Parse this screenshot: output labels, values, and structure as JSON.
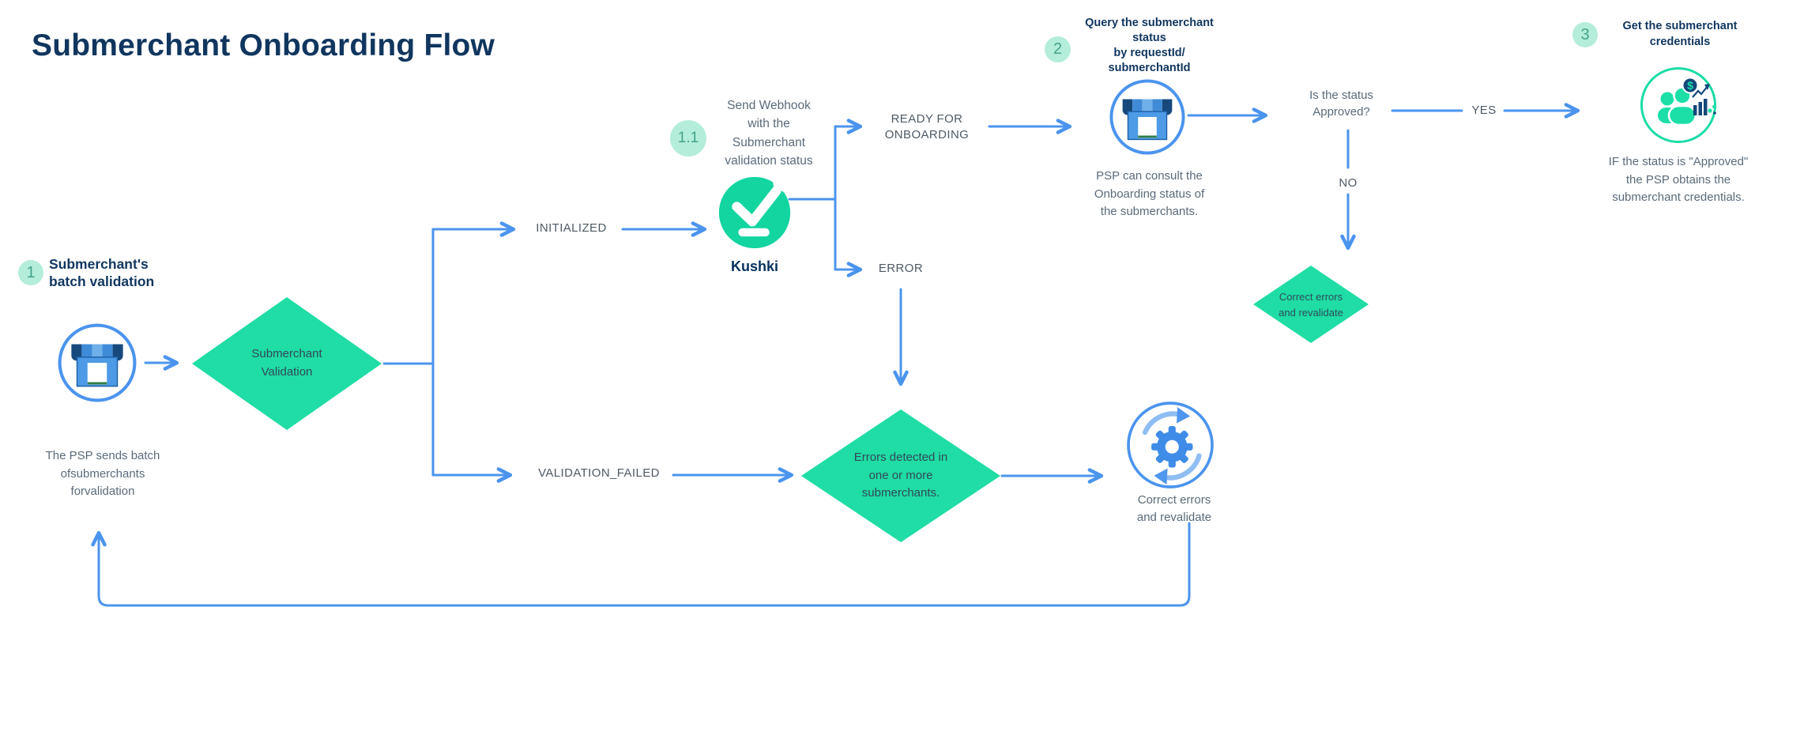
{
  "title": "Submerchant Onboarding Flow",
  "step1": {
    "badge": "1",
    "heading": "Submerchant's\nbatch validation",
    "caption": "The PSP sends batch\nofsubmerchants\nforvalidation"
  },
  "webhook": {
    "badge": "1.1",
    "note": "Send Webhook\nwith the\nSubmerchant\nvalidation status",
    "brand": "Kushki"
  },
  "step2": {
    "badge": "2",
    "heading": "Query the submerchant\nstatus\nby requestId/\nsubmerchantId",
    "caption": "PSP can consult the\nOnboarding status of\nthe submerchants."
  },
  "step3": {
    "badge": "3",
    "heading": "Get the submerchant\ncredentials",
    "caption": "IF the status is \"Approved\"\nthe PSP obtains the\nsubmerchant credentials."
  },
  "branches": {
    "initialized": "INITIALIZED",
    "validation_failed": "VALIDATION_FAILED",
    "ready": "READY FOR\nONBOARDING",
    "error": "ERROR"
  },
  "decision": {
    "question": "Is the status\nApproved?",
    "yes": "YES",
    "no": "NO"
  },
  "diamonds": {
    "submerchant_validation": "Submerchant\nValidation",
    "errors_detected": "Errors detected in\none or more\nsubmerchants.",
    "correct_errors": "Correct errors\nand revalidate"
  },
  "gear": {
    "caption": "Correct errors\nand revalidate"
  },
  "icons": {
    "dollar_glyph": "$"
  },
  "colors": {
    "navy": "#10365F",
    "gray": "#5A6B7B",
    "line_blue": "#4B94EE",
    "diamond_green": "#1FDDA4",
    "kushki_green": "#12D5A0",
    "badge_bg": "#B4EDDA",
    "badge_text": "#43A389"
  }
}
